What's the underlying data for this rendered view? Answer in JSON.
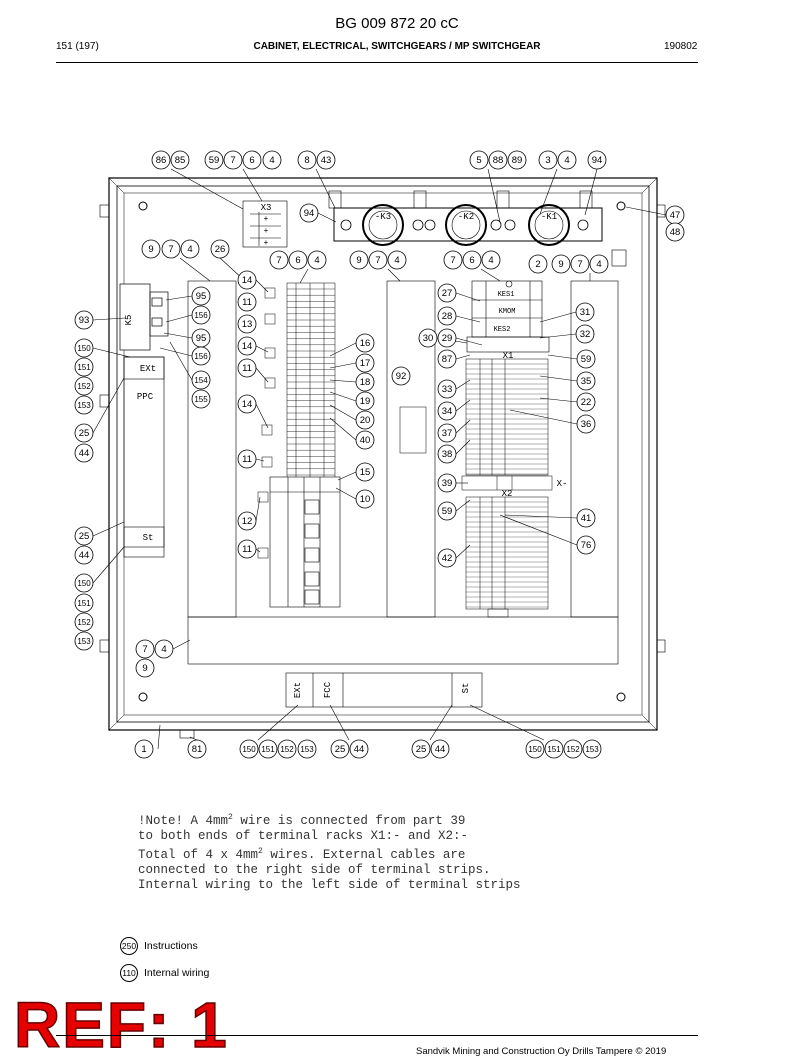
{
  "document": {
    "title": "BG 009 872 20 cC",
    "page": "151 (197)",
    "section": "CABINET, ELECTRICAL, SWITCHGEARS / MP SWITCHGEAR",
    "code": "190802"
  },
  "diagram": {
    "device_labels": {
      "k3": "-K3",
      "k2": "-K2",
      "k1": "-K1",
      "x3": "X3",
      "k5": "K5",
      "kes1": "KES1",
      "kmom": "KMOM",
      "kes2": "KES2",
      "x1": "X1",
      "x2": "X2",
      "x_dash": "X-",
      "ext_side": "EXt",
      "ppc_side": "PPC",
      "st_side": "St",
      "ext_bottom": "EXt",
      "fcc_bottom": "FCC",
      "st_bottom": "St"
    },
    "callouts": [
      "86",
      "85",
      "59",
      "7",
      "6",
      "4",
      "8",
      "43",
      "5",
      "88",
      "89",
      "3",
      "4",
      "94",
      "94",
      "47",
      "48",
      "9",
      "7",
      "4",
      "26",
      "7",
      "6",
      "4",
      "9",
      "7",
      "4",
      "7",
      "6",
      "4",
      "2",
      "9",
      "7",
      "4",
      "14",
      "95",
      "11",
      "156",
      "13",
      "93",
      "95",
      "27",
      "31",
      "28",
      "32",
      "30",
      "29",
      "150",
      "156",
      "14",
      "16",
      "151",
      "11",
      "17",
      "87",
      "59",
      "152",
      "154",
      "18",
      "92",
      "35",
      "153",
      "155",
      "19",
      "33",
      "22",
      "14",
      "20",
      "34",
      "36",
      "25",
      "40",
      "37",
      "44",
      "11",
      "38",
      "15",
      "39",
      "10",
      "59",
      "41",
      "12",
      "25",
      "76",
      "44",
      "11",
      "42",
      "150",
      "151",
      "152",
      "153",
      "7",
      "4",
      "9",
      "1",
      "81",
      "150",
      "151",
      "152",
      "153",
      "25",
      "44",
      "25",
      "44",
      "150",
      "151",
      "152",
      "153"
    ]
  },
  "note": {
    "line1a": "!Note! A 4mm",
    "line1b": "2",
    "line1c": " wire is connected from part 39",
    "line2": "to both ends of terminal racks X1:- and X2:-",
    "line3a": "Total of 4 x 4mm",
    "line3b": "2",
    "line3c": " wires. External cables are",
    "line4": "connected to the right side of terminal strips.",
    "line5": "Internal wiring to the left side of terminal strips"
  },
  "legend": [
    {
      "number": "250",
      "label": "Instructions"
    },
    {
      "number": "110",
      "label": "Internal wiring"
    }
  ],
  "stamp": "REF: 1",
  "footer": "Sandvik Mining and Construction Oy Drills Tampere © 2019"
}
